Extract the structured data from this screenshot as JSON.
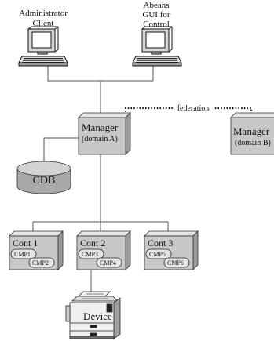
{
  "clients": {
    "admin": {
      "line1": "Administrator",
      "line2": "Client"
    },
    "gui": {
      "line1": "Abeans",
      "line2": "GUI for",
      "line3": "Control"
    }
  },
  "manager_a": {
    "title": "Manager",
    "domain": "(domain A)"
  },
  "manager_b": {
    "title": "Manager",
    "domain": "(domain B)"
  },
  "federation_label": "federation",
  "cdb_label": "CDB",
  "containers": [
    {
      "label": "Cont 1",
      "components": [
        "CMP1",
        "CMP2"
      ]
    },
    {
      "label": "Cont 2",
      "components": [
        "CMP3",
        "CMP4"
      ]
    },
    {
      "label": "Cont 3",
      "components": [
        "CMP5",
        "CMP6"
      ]
    }
  ],
  "device_label": "Device",
  "colors": {
    "box_face": "#c8c8c8",
    "box_top": "#e6e6e6",
    "box_side": "#9a9a9a",
    "line": "#555555",
    "federation_line": "#111111",
    "text": "#111111"
  },
  "icons": [
    "computer-icon",
    "database-icon",
    "printer-device-icon"
  ]
}
